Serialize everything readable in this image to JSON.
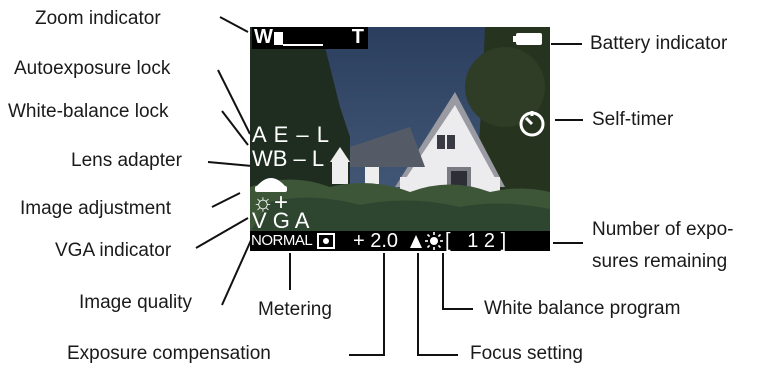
{
  "labels_left": {
    "zoom": "Zoom indicator",
    "ae_lock": "Autoexposure lock",
    "wb_lock": "White-balance lock",
    "lens": "Lens adapter",
    "image_adj": "Image adjustment",
    "vga": "VGA indicator",
    "quality": "Image quality"
  },
  "labels_right": {
    "battery": "Battery indicator",
    "self_timer": "Self-timer",
    "exposures_1": "Number of expo-",
    "exposures_2": "sures remaining",
    "wb_program": "White balance program"
  },
  "labels_bottom": {
    "metering": "Metering",
    "exp_comp": "Exposure compensation",
    "focus": "Focus setting"
  },
  "screen": {
    "zoom_w": "W",
    "zoom_t": "T",
    "ae_l": "A E – L",
    "wb_l": "WB – L",
    "image_adj": "☼+",
    "vga": "V G A",
    "quality": "NORMAL",
    "exp_comp": "+ 2.0",
    "exposures": "[   1 2 ]"
  },
  "colors": {
    "sky": "#2a3f5f",
    "house": "#e8e6ea",
    "roof": "#8a8a90",
    "hedge": "#3f5a3a",
    "tree": "#2a3a28"
  }
}
